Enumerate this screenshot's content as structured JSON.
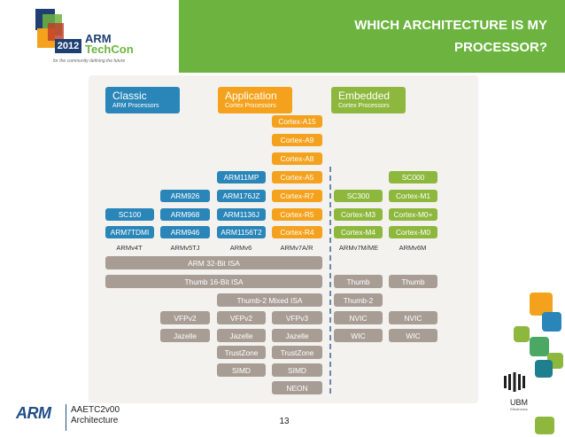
{
  "title": [
    "WHICH ARCHITECTURE IS MY",
    "PROCESSOR?"
  ],
  "logo": {
    "year": "2012",
    "brand": "ARM",
    "event": "TechCon",
    "tagline": "for the community defining the future"
  },
  "categories": {
    "classic": {
      "title": "Classic",
      "subtitle": "ARM Processors"
    },
    "application": {
      "title": "Application",
      "subtitle": "Cortex Processors"
    },
    "embedded": {
      "title": "Embedded",
      "subtitle": "Cortex Processors"
    }
  },
  "processors": {
    "a15": "Cortex-A15",
    "a9": "Cortex-A9",
    "a8": "Cortex-A8",
    "arm11mp": "ARM11MP",
    "a5": "Cortex-A5",
    "sc000": "SC000",
    "arm926": "ARM926",
    "arm176jz": "ARM176JZ",
    "r7": "Cortex-R7",
    "sc300": "SC300",
    "m1": "Cortex-M1",
    "sc100": "SC100",
    "arm968": "ARM968",
    "arm1136j": "ARM1136J",
    "r5": "Cortex-R5",
    "m3": "Cortex-M3",
    "m0plus": "Cortex-M0+",
    "arm7tdmi": "ARM7TDMI",
    "arm946": "ARM946",
    "arm1156t2": "ARM1156T2",
    "r4": "Cortex-R4",
    "m4": "Cortex-M4",
    "m0": "Cortex-M0"
  },
  "architectures": [
    "ARMv4T",
    "ARMv5TJ",
    "ARMv6",
    "ARMv7A/R",
    "ARMv7M/ME",
    "ARMv6M"
  ],
  "features": {
    "arm32": "ARM 32-Bit ISA",
    "thumb16": "Thumb 16-Bit ISA",
    "thumb_a": "Thumb",
    "thumb_b": "Thumb",
    "thumb2_mixed": "Thumb-2 Mixed ISA",
    "thumb2": "Thumb-2",
    "vfpv2_a": "VFPv2",
    "vfpv2_b": "VFPv2",
    "vfpv3": "VFPv3",
    "nvic_a": "NVIC",
    "nvic_b": "NVIC",
    "jazelle_a": "Jazelle",
    "jazelle_b": "Jazelle",
    "jazelle_c": "Jazelle",
    "wic_a": "WIC",
    "wic_b": "WIC",
    "trustzone_a": "TrustZone",
    "trustzone_b": "TrustZone",
    "simd_a": "SIMD",
    "simd_b": "SIMD",
    "neon": "NEON"
  },
  "footer": {
    "brand": "ARM",
    "code": "AAETC2v00",
    "topic": "Architecture",
    "page": "13"
  },
  "ubm": {
    "name": "UBM",
    "sub": "Electronics"
  },
  "colors": {
    "header": "#6cb43f",
    "classic": "#2a86b9",
    "application": "#f4a21d",
    "embedded": "#8db83d",
    "feature": "#a89d95"
  }
}
